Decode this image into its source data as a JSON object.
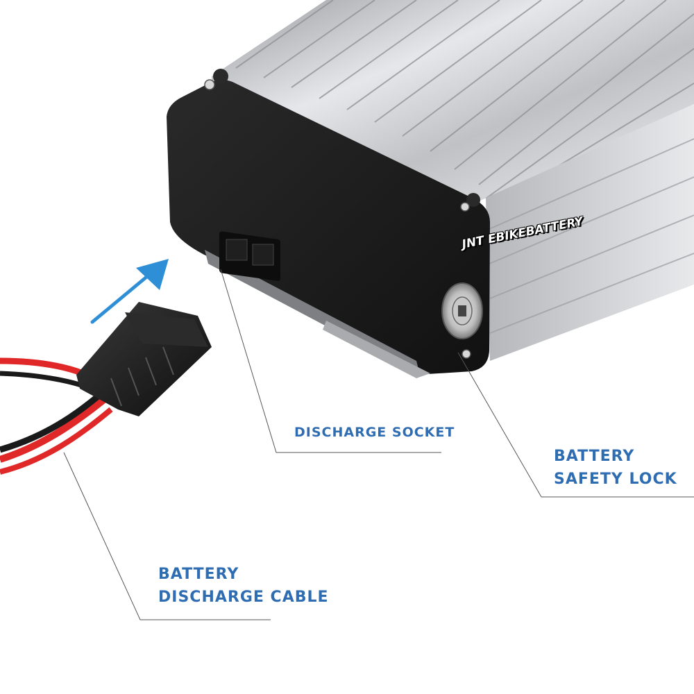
{
  "brand": {
    "text": "JNT EBIKEBATTERY"
  },
  "callouts": {
    "discharge_socket": "DISCHARGE SOCKET",
    "safety_lock_line1": "BATTERY",
    "safety_lock_line2": "SAFETY LOCK",
    "discharge_cable_line1": "BATTERY",
    "discharge_cable_line2": "DISCHARGE CABLE"
  },
  "colors": {
    "label_blue": "#2f6db3",
    "arrow_blue": "#2f8fd6",
    "housing_black": "#1c1c1c",
    "aluminium": "#c8c9cc",
    "wire_red": "#e02828"
  },
  "icons": {
    "direction_arrow": "arrow-up-right-icon",
    "lock": "key-lock-icon"
  }
}
